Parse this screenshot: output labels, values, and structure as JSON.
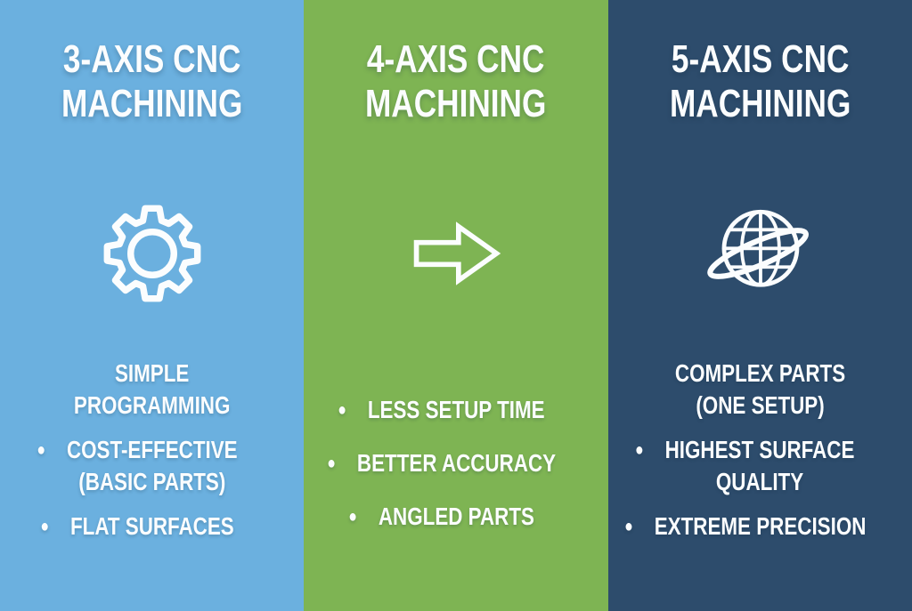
{
  "columns": [
    {
      "title": "3-AXIS CNC\nMACHINING",
      "icon": "gear-icon",
      "background": "#6bb0df",
      "items": [
        {
          "bullet": "",
          "text": "SIMPLE\nPROGRAMMING"
        },
        {
          "bullet": "●",
          "text": "COST-EFFECTIVE\n(BASIC PARTS)"
        },
        {
          "bullet": "●",
          "text": "FLAT SURFACES"
        }
      ]
    },
    {
      "title": "4-AXIS CNC\nMACHINING",
      "icon": "arrow-right-icon",
      "background": "#7eb453",
      "items": [
        {
          "bullet": "●",
          "text": "LESS SETUP TIME"
        },
        {
          "bullet": "●",
          "text": "BETTER ACCURACY"
        },
        {
          "bullet": "●",
          "text": "ANGLED PARTS"
        }
      ]
    },
    {
      "title": "5-AXIS CNC\nMACHINING",
      "icon": "globe-orbit-icon",
      "background": "#2d4c6c",
      "items": [
        {
          "bullet": "",
          "text": "COMPLEX PARTS\n(ONE SETUP)"
        },
        {
          "bullet": "●",
          "text": "HIGHEST SURFACE\nQUALITY"
        },
        {
          "bullet": "●",
          "text": "EXTREME PRECISION"
        }
      ]
    }
  ],
  "colors": {
    "column_blue": "#6bb0df",
    "column_green": "#7eb453",
    "column_navy": "#2d4c6c",
    "text": "#ffffff"
  }
}
